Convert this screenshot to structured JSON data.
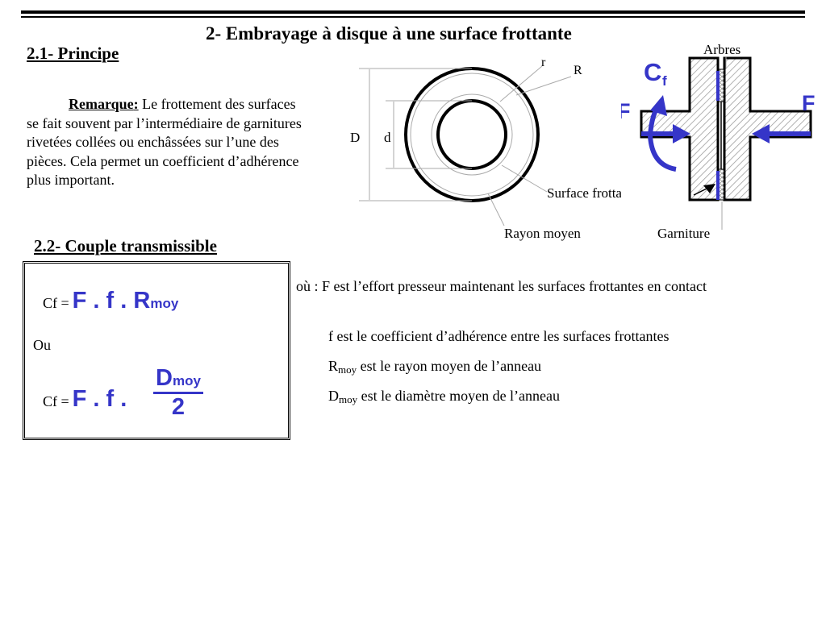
{
  "page": {
    "title": "2- Embrayage à disque à une surface frottante"
  },
  "section1": {
    "heading": "2.1- Principe"
  },
  "remark": {
    "label": "Remarque",
    "colon": ":",
    "text": "Le frottement des surfaces se fait souvent par l’intermédiaire de garnitures rivetées collées ou enchâssées sur l’une des pièces. Cela permet un coefficient d’adhérence plus important."
  },
  "ring_diagram": {
    "label_r": "r",
    "label_R": "R",
    "label_D": "D",
    "label_d": "d",
    "label_surface": "Surface frottante",
    "label_rayon": "Rayon moyen"
  },
  "clutch_diagram": {
    "label_arbres": "Arbres",
    "label_cf_main": "C",
    "label_cf_sub": "f",
    "label_f_left": "F",
    "label_f_right": "F",
    "label_garniture": "Garniture"
  },
  "section2": {
    "heading": "2.2- Couple transmissible"
  },
  "formula": {
    "cf_prefix": "Cf =",
    "f1_main": "F . f . R",
    "f1_sub": "moy",
    "ou": "Ou",
    "cf_prefix2": "Cf =",
    "f2_main": "F . f .",
    "f2_num_main": "D",
    "f2_num_sub": "moy",
    "f2_den": "2"
  },
  "explanation": {
    "line1": "où : F est l’effort presseur maintenant les surfaces frottantes en contact",
    "line2": "f est le coefficient d’adhérence entre les surfaces frottantes",
    "line3_main": "R",
    "line3_sub": "moy",
    "line3_rest": " est le rayon moyen de l’anneau",
    "line4_main": "D",
    "line4_sub": "moy",
    "line4_rest": " est le diamètre moyen de l’anneau"
  },
  "colors": {
    "accent_blue": "#3535c8",
    "hatch_gray": "#9a9a9a"
  }
}
